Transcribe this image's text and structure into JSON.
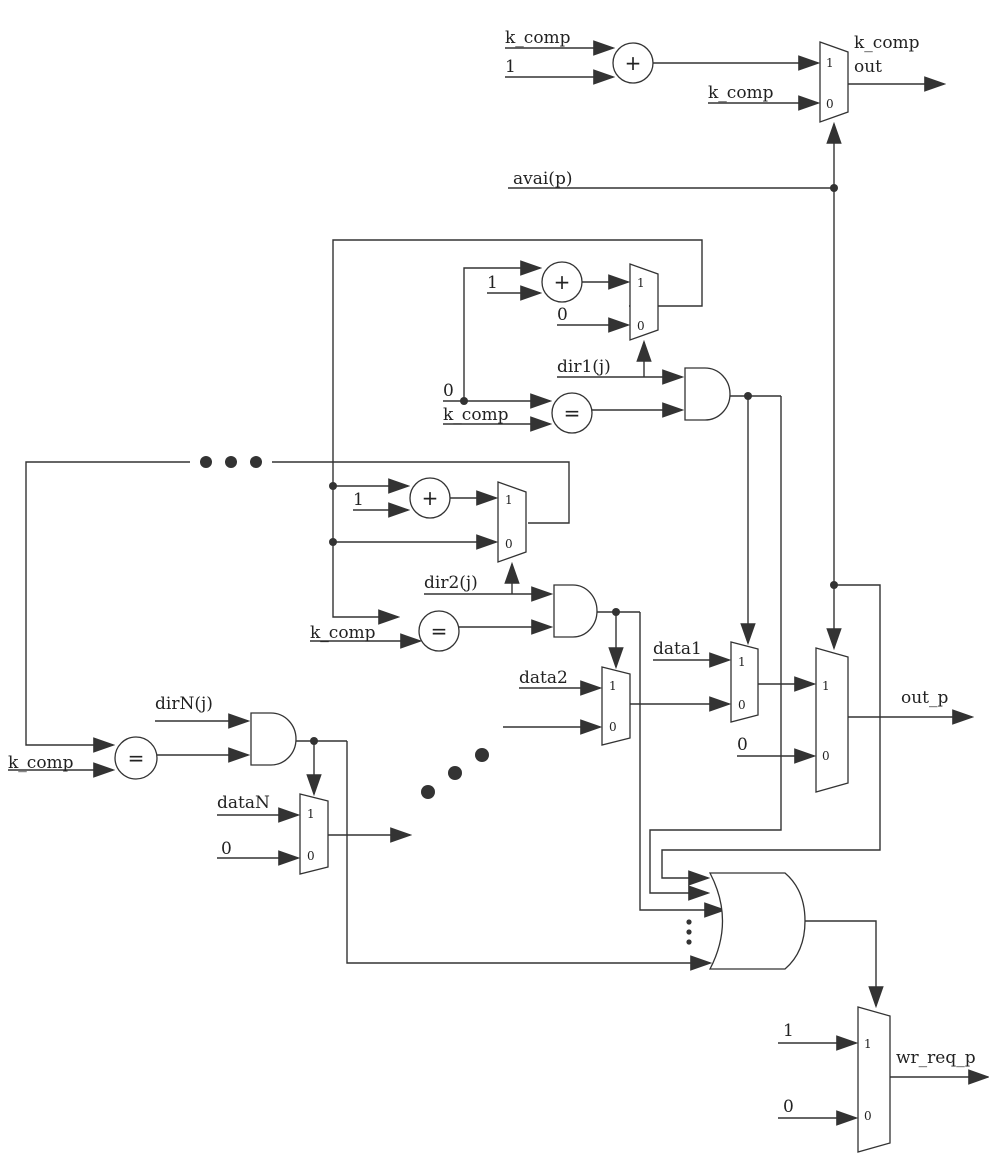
{
  "labels": {
    "k_comp": "k_comp",
    "one": "1",
    "zero": "0",
    "k_comp_out_line1": "k_comp",
    "k_comp_out_line2": "out",
    "avai_p": "avai(p)",
    "dir1": "dir1(j)",
    "dir2": "dir2(j)",
    "dirN": "dirN(j)",
    "data1": "data1",
    "data2": "data2",
    "dataN": "dataN",
    "out_p": "out_p",
    "wr_req_p": "wr_req_p"
  },
  "symbols": {
    "plus": "+",
    "equals": "="
  },
  "mux_pins": {
    "one": "1",
    "zero": "0"
  },
  "colors": {
    "wire": "#333333",
    "background": "#ffffff"
  }
}
